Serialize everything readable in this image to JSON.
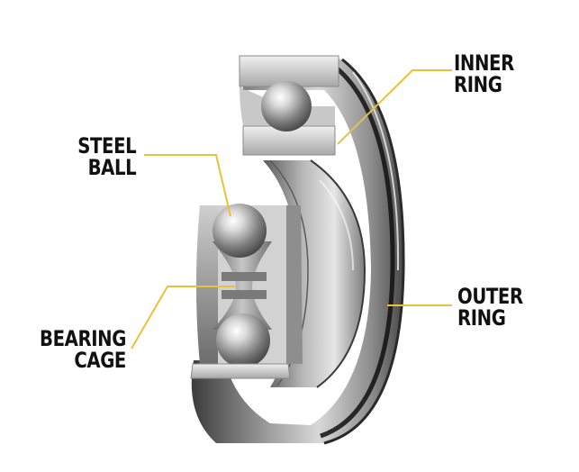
{
  "labels": {
    "inner_ring": [
      "INNER",
      "RING"
    ],
    "steel_ball": [
      "STEEL",
      "BALL"
    ],
    "outer_ring": [
      "OUTER",
      "RING"
    ],
    "bearing_cage": [
      "BEARING",
      "CAGE"
    ]
  },
  "colors": {
    "leader": "#e8c23a",
    "text": "#111111",
    "metal_light": "#e2e2e2",
    "metal_mid": "#a9a9a9",
    "metal_dark": "#5a5a5a",
    "shadow": "#1e1e1e"
  }
}
